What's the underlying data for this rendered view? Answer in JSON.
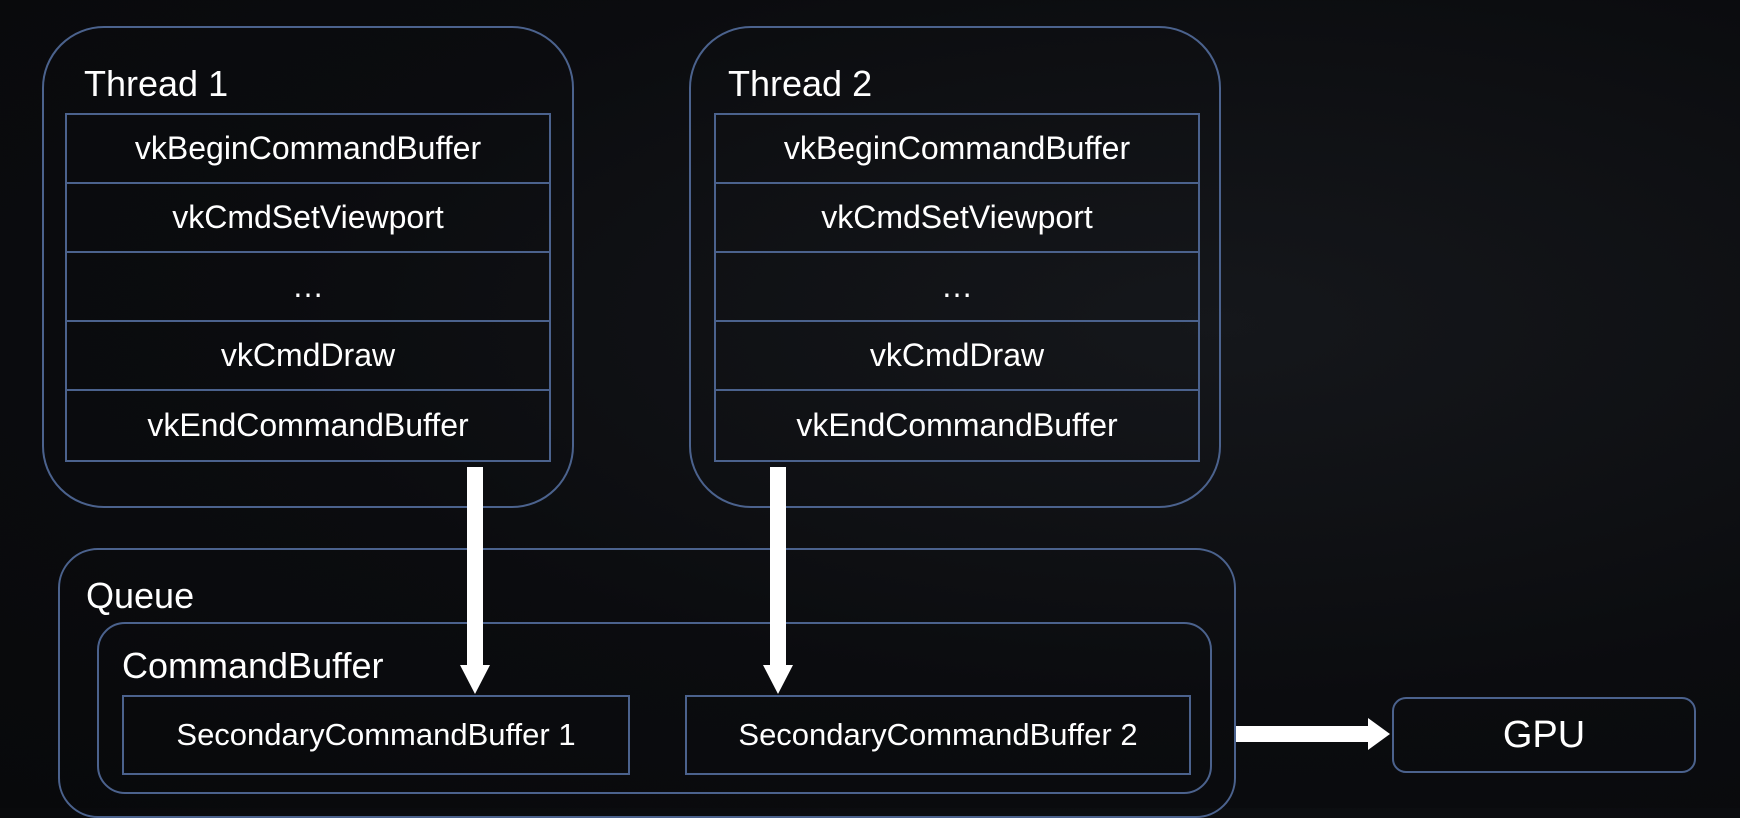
{
  "threads": [
    {
      "title": "Thread 1",
      "commands": [
        "vkBeginCommandBuffer",
        "vkCmdSetViewport",
        "…",
        "vkCmdDraw",
        "vkEndCommandBuffer"
      ]
    },
    {
      "title": "Thread 2",
      "commands": [
        "vkBeginCommandBuffer",
        "vkCmdSetViewport",
        "…",
        "vkCmdDraw",
        "vkEndCommandBuffer"
      ]
    }
  ],
  "queue": {
    "label": "Queue",
    "command_buffer": {
      "label": "CommandBuffer",
      "secondary": [
        "SecondaryCommandBuffer 1",
        "SecondaryCommandBuffer 2"
      ]
    }
  },
  "gpu": {
    "label": "GPU"
  },
  "colors": {
    "border": "#4b628d",
    "text": "#ffffff",
    "arrow": "#ffffff",
    "background": "#0b0c0f"
  }
}
